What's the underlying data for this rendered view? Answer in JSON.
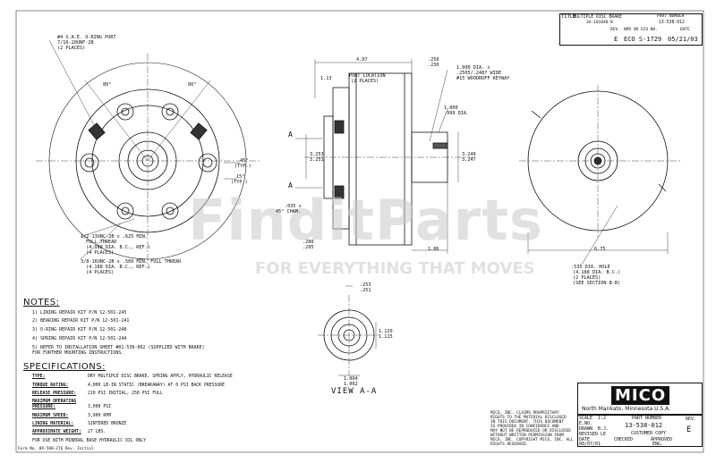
{
  "title_block": {
    "title_label": "TITLE",
    "title": "MULTIPLE DISC BRAKE",
    "title_sub": "3A-101048-B",
    "part_number_label": "PART NUMBER",
    "part_number": "13-538-012",
    "rev_label": "REV.",
    "npr_label": "NPR OR ECO NO.",
    "date_label": "DATE",
    "rev": "E",
    "eco": "ECO S-1729",
    "date": "05/21/03"
  },
  "dims": {
    "port": "#4 S.A.E. O-RING PORT",
    "port_thread": "7/16-20UNF-2B",
    "two_places": "(2 PLACES)",
    "angle_80a": "80°",
    "angle_80b": "80°",
    "len_497": "4.97",
    "d_250": ".250",
    "d_230": ".230",
    "d_113": "1.13",
    "port_loc": "PORT LOCATION",
    "port_loc_places": "(2 PLACES)",
    "dia_1000": "1.000 DIA. x",
    "wide": ".2505/.2487 WIDE",
    "keyway": "#15 WOODRUFF KEYWAY",
    "dia_1000b": "1.000",
    "dia_999": ".999 DIA.",
    "a_left": "A",
    "a_left2": "A",
    "d_3253": "3.253",
    "d_3251": "3.251",
    "d_3249": "3.249",
    "d_3247": "3.247",
    "ang45": "45°",
    "typ": "(TYP.)",
    "ang15": "15°",
    "typ2": "(TYP.)",
    "cham": ".035 x",
    "cham2": "45° CHAM.",
    "d_280": ".280",
    "d_295": ".295",
    "d_186": "1.86",
    "d_675": "6.75",
    "thread1": "1/2-13UNC-2B x .625 MIN.",
    "thread1b": "FULL THREAD",
    "thread1c": "(4.188 DIA. B.C., REF.)",
    "thread1d": "(4 PLACES)",
    "thread2": "3/8-16UNC-2B x .560 MIN. FULL THREAD",
    "thread2b": "(4.188 DIA. B.C., REF.)",
    "thread2c": "(4 PLACES)",
    "hole": ".535 DIA. HOLE",
    "hole2": "(4.188 DIA. B.C.)",
    "hole3": "(2 PLACES)",
    "hole4": "(SEE SECTION B-B)",
    "d_253": ".253",
    "d_251": ".251",
    "d_1120": "1.120",
    "d_1115": "1.115",
    "d_1004": "1.004",
    "d_1002": "1.002",
    "view": "VIEW A-A"
  },
  "notes": {
    "heading": "NOTES:",
    "items": [
      "1)   LINING REPAIR KIT P/N 12-501-245",
      "2)   BEARING REPAIR KIT P/N 12-501-241",
      "3)   O-RING REPAIR KIT P/N 12-501-248",
      "4)   SPRING REPAIR KIT P/N 12-501-244",
      "5)   REFER TO INSTALLATION SHEET #01-538-002 (SUPPLIED WITH BRAKE)",
      "      FOR FURTHER MOUNTING INSTRUCTIONS."
    ]
  },
  "specs": {
    "heading": "SPECIFICATIONS:",
    "type_k": "TYPE:",
    "type_v": "DRY MULTIPLE DISC BRAKE, SPRING APPLY, HYDRAULIC RELEASE",
    "torque_k": "TORQUE RATING:",
    "torque_v": "4,000 LB-IN STATIC (BREAKAWAY) AT 0 PSI BACK PRESSURE",
    "release_k": "RELEASE PRESSURE:",
    "release_v": "210 PSI INITIAL, 250 PSI FULL",
    "maxop_k": "MAXIMUM OPERATING",
    "maxop_k2": "PRESSURE:",
    "maxop_v": "3,000 PSI",
    "speed_k": "MAXIMUM SPEED:",
    "speed_v": "3,900 RPM",
    "lining_k": "LINING MATERIAL:",
    "lining_v": "SINTERED BRONZE",
    "weight_k": "APPROXIMATE WEIGHT:",
    "weight_v": "27 LBS.",
    "oil": "FOR USE WITH MINERAL BASE HYDRAULIC OIL ONLY"
  },
  "form_no": "Form No. 89-500-276  Rev. Initial",
  "company": {
    "logo": "MICO",
    "address": "North Mankato, Minnesota U.S.A.",
    "proprietary": [
      "MICO, INC. CLAIMS PROPRIETARY",
      "RIGHTS TO THE MATERIAL DISCLOSED",
      "IN THIS DOCUMENT. THIS DOCUMENT",
      "IS PROVIDED IN CONFIDENCE AND",
      "MAY NOT BE REPRODUCED OR DISCLOSED",
      "WITHOUT WRITTEN PERMISSION FROM",
      "MICO, INC. COPYRIGHT MICO, INC. ALL",
      "RIGHTS RESERVED."
    ],
    "scale_label": "SCALE",
    "scale": "1:2",
    "eno_label": "E.NO.",
    "drawn_label": "DRAWN",
    "drawn": "B.J.",
    "revised_label": "REVISED",
    "revised": "LE",
    "date_label": "DATE",
    "date": "08/07/01",
    "checked_label": "CHECKED",
    "part_number_label": "PART NUMBER",
    "part_number": "13-538-012",
    "customer_copy": "CUSTOMER COPY",
    "approved_label": "APPROVED",
    "approved": "ENG.",
    "rev_label": "REV.",
    "rev": "E"
  },
  "watermark": {
    "brand": "FinditParts",
    "tagline": "FOR EVERYTHING THAT MOVES"
  }
}
